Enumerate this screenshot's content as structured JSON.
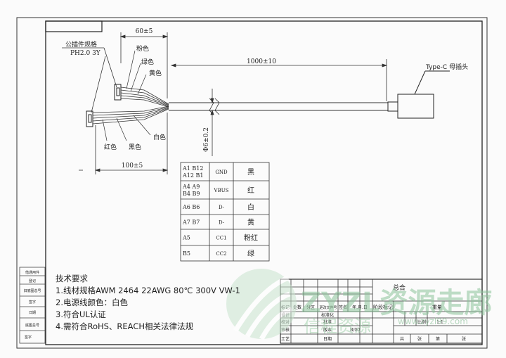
{
  "drawing": {
    "title_tab": "",
    "dim_top": "60±5",
    "dim_mid": "100±5",
    "dim_cable": "1000±10",
    "dim_dia": "Φ6±0.2",
    "connector_spec_label": "公插件规格",
    "connector_spec_value": "PH2.0 3Y",
    "wires_top": [
      "粉色",
      "绿色",
      "黄色"
    ],
    "wires_bottom": [
      "红色",
      "黑色",
      "白色"
    ],
    "typec_label": "Type-C 母插头"
  },
  "pin_table": {
    "rows": [
      {
        "pins": "A1  B12\nA12  B1",
        "signal": "GND",
        "color": "黑"
      },
      {
        "pins": "A4  A9\nB4  B9",
        "signal": "VBUS",
        "color": "红"
      },
      {
        "pins": "A6  B6",
        "signal": "D-",
        "color": "白"
      },
      {
        "pins": "A7  B7",
        "signal": "D-",
        "color": "黄"
      },
      {
        "pins": "A5",
        "signal": "CC1",
        "color": "粉红"
      },
      {
        "pins": "B5",
        "signal": "CC2",
        "color": "绿"
      }
    ]
  },
  "requirements": {
    "title": "技术要求",
    "items": [
      "1.线材规格AWM 2464 22AWG 80℃ 300V VW-1",
      "2.电源线颜色：白色",
      "3.符合UL认证",
      "4.需符合RoHS、REACH相关法律法规"
    ]
  },
  "left_strip": {
    "labels": [
      "借通用件",
      "登记",
      "旧底图总号",
      "签字",
      "日期",
      "底图总号",
      "签字"
    ]
  },
  "title_block": {
    "header_cells": [
      "标记",
      "处数",
      "分区",
      "更改文件号",
      "签名",
      "年.月.日"
    ],
    "row_labels": [
      "设计",
      "校对",
      "审核",
      "工艺"
    ],
    "mid_labels": [
      "标准化",
      "批准"
    ],
    "ver_labels": [
      "版本",
      "日期"
    ],
    "ver_value": "B/00",
    "name": "总合",
    "stage_label": "阶段标记",
    "weight_label": "重量",
    "scale_label": "比例",
    "scale_value": "1:1",
    "sheets": [
      "共",
      "张",
      "第",
      "张"
    ]
  },
  "watermark": {
    "brand": "ZYZL资源走廊",
    "sub": "信程资源",
    "url": "www.zyzl99.com"
  }
}
